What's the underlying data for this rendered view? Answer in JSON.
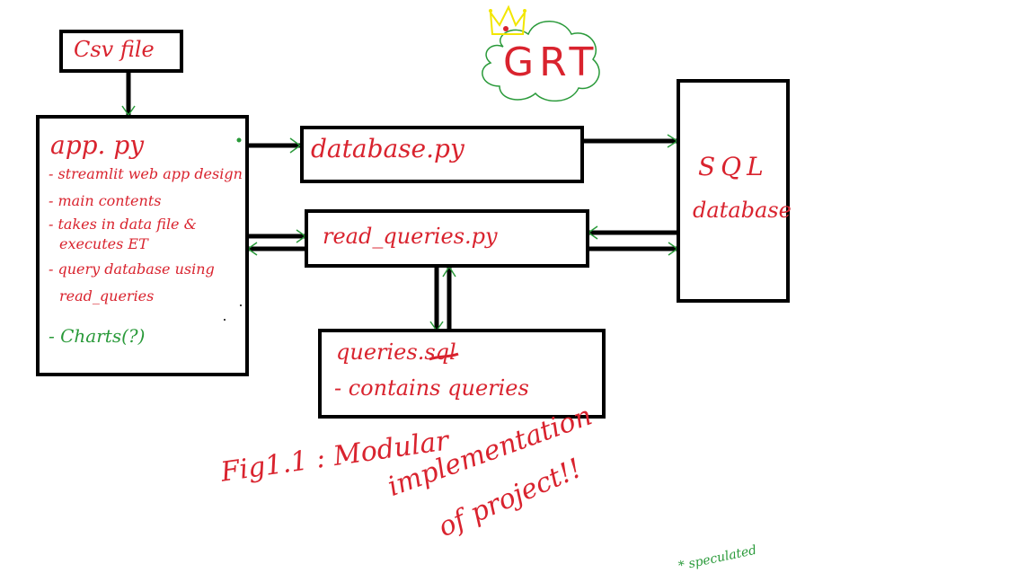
{
  "diagram": {
    "csv_box": {
      "label": "Csv file"
    },
    "app_box": {
      "title": "app. py",
      "items": [
        "- streamlit web app design",
        "- main contents",
        "- takes in data file &",
        "executes ET",
        "- query database using",
        "read_queries"
      ],
      "chart_note": "- Charts(?)"
    },
    "database_box": {
      "label": "database.py"
    },
    "read_queries_box": {
      "label": "read_queries.py"
    },
    "queries_box": {
      "label": "queries.sql",
      "sub": "- contains queries"
    },
    "sql_box": {
      "line1": "SQL",
      "line2": "database"
    },
    "logo_text": "GRT",
    "caption": {
      "line1": "Fig1.1 : Modular",
      "line2": "implementation",
      "line3": "of project!!"
    },
    "footnote": "* speculated",
    "colors": {
      "ink": "#000000",
      "red": "#d9232e",
      "green": "#2a9a3a",
      "yellow": "#f2e600"
    }
  }
}
